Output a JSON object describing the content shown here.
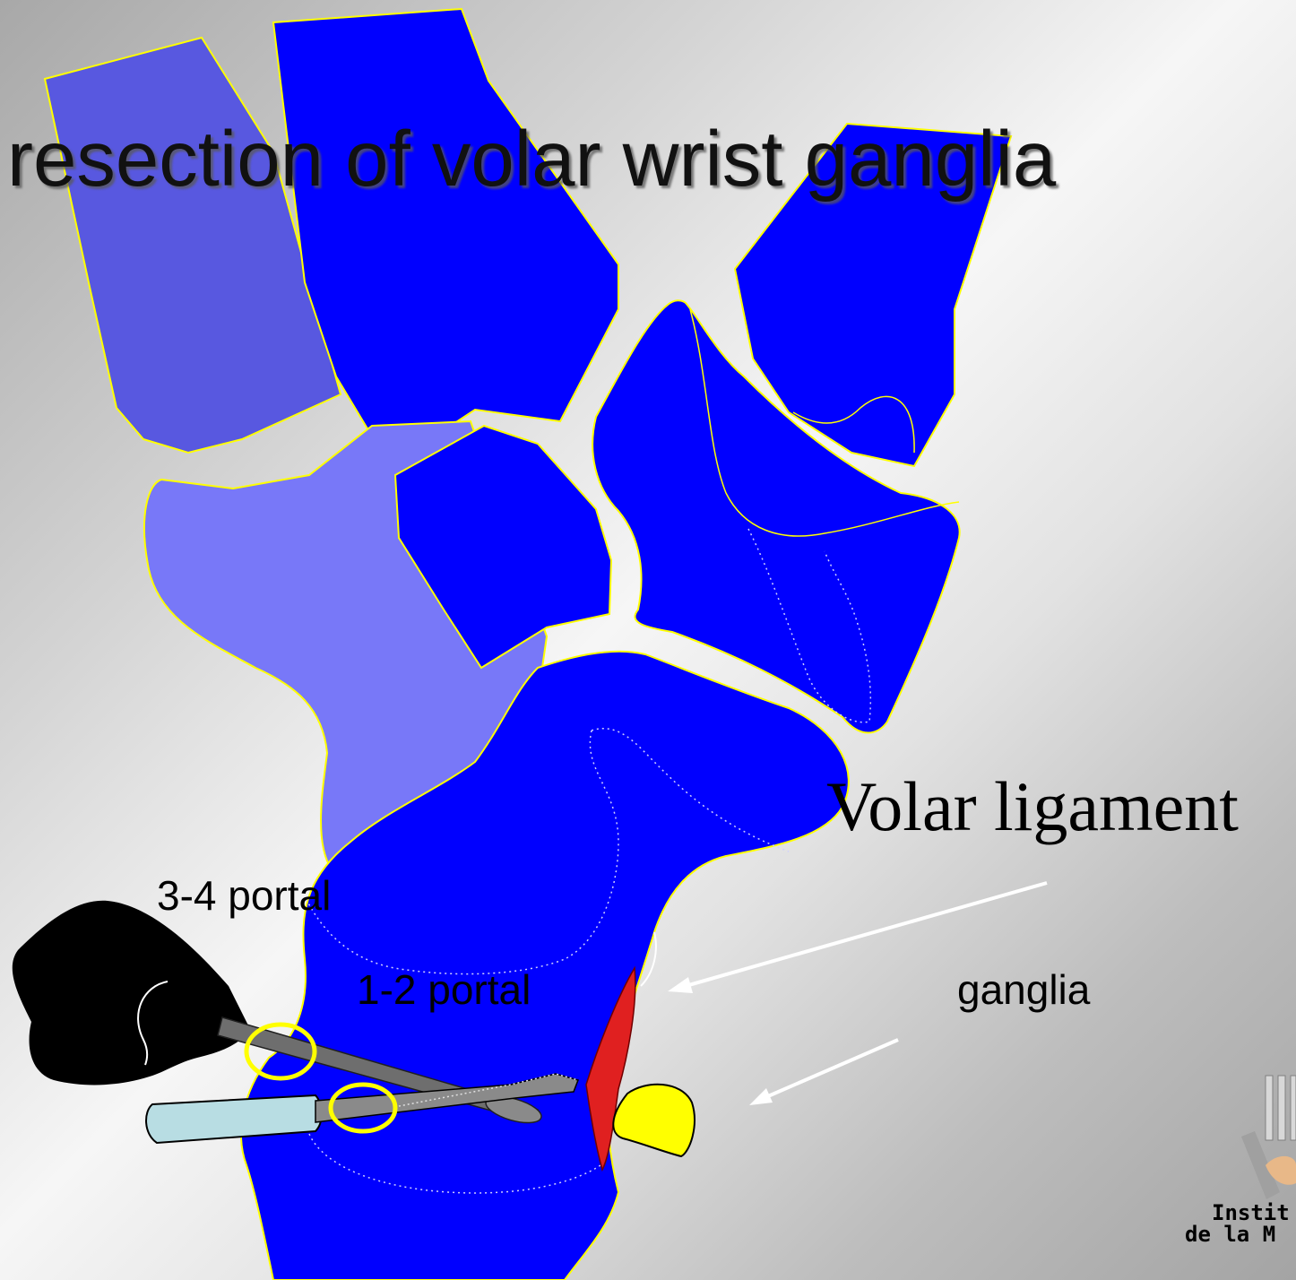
{
  "title": "resection of volar wrist ganglia",
  "labels": {
    "volar_ligament": "Volar ligament",
    "portal_3_4": "3-4 portal",
    "portal_1_2": "1-2 portal",
    "ganglia": "ganglia"
  },
  "logo": {
    "line1": "Instit",
    "line2": "de la M"
  },
  "colors": {
    "bone_blue": "#0000ff",
    "bone_light": "#7878f8",
    "bone_mid": "#5858e0",
    "outline": "#ffff00",
    "ligament": "#e02020",
    "ganglion": "#ffff00",
    "instrument_handle": "#b8dde3",
    "camera_body": "#000000"
  }
}
